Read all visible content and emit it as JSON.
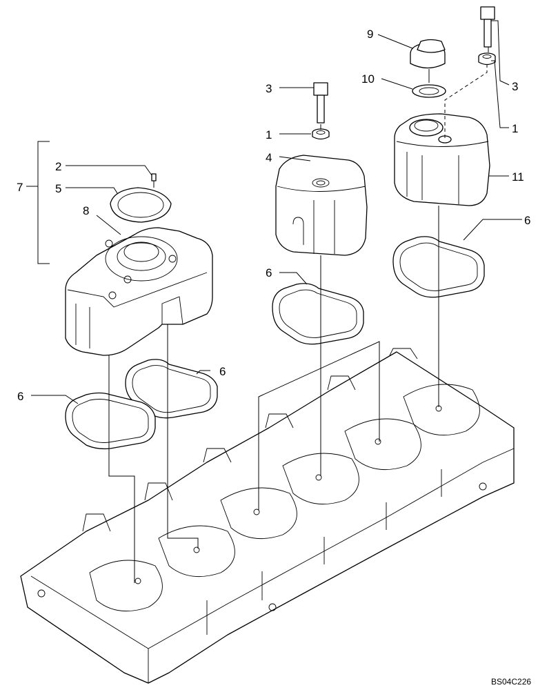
{
  "callouts": {
    "c1a": "1",
    "c1b": "1",
    "c2": "2",
    "c3a": "3",
    "c3b": "3",
    "c4": "4",
    "c5": "5",
    "c6a": "6",
    "c6b": "6",
    "c6c": "6",
    "c6d": "6",
    "c7": "7",
    "c8": "8",
    "c9": "9",
    "c10": "10",
    "c11": "11"
  },
  "reference_code": "BS04C226"
}
